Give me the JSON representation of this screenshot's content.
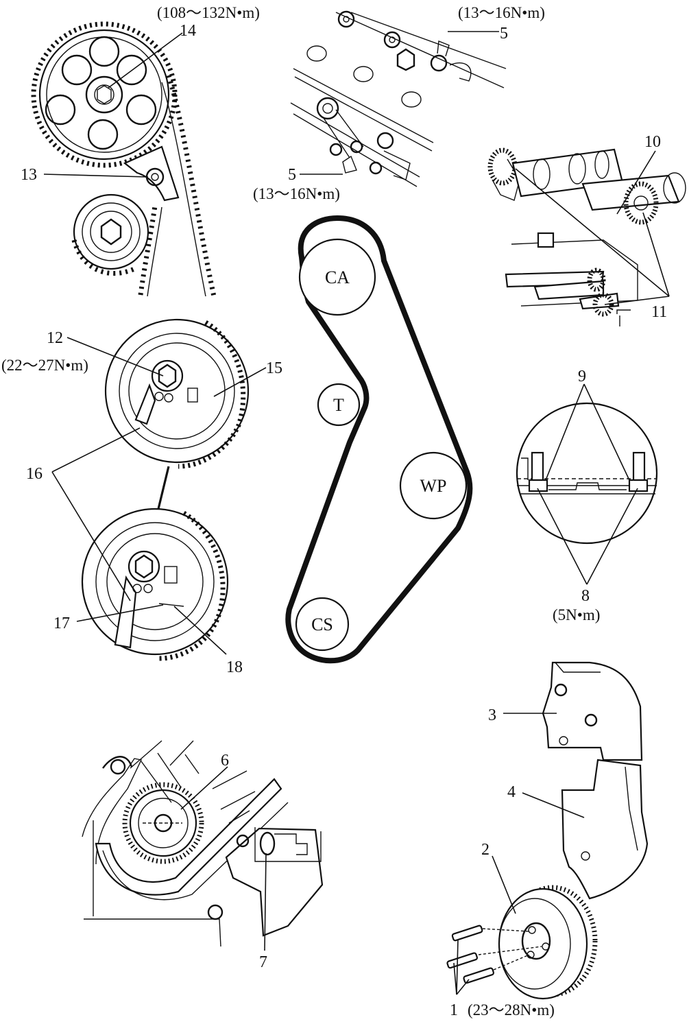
{
  "torques": {
    "cam_bolt": "(108～132N•m)",
    "cap_top": "(13～16N•m)",
    "cap_bottom": "(13～16N•m)",
    "tensioner": "(22～27N•m)",
    "cover_bolt": "(5N•m)",
    "pulley_bolts": "(23～28N•m)"
  },
  "callouts": {
    "c1": "1",
    "c2": "2",
    "c3": "3",
    "c4": "4",
    "c5a": "5",
    "c5b": "5",
    "c6": "6",
    "c7": "7",
    "c8": "8",
    "c9": "9",
    "c10": "10",
    "c11": "11",
    "c12": "12",
    "c13": "13",
    "c14": "14",
    "c15": "15",
    "c16": "16",
    "c17": "17",
    "c18": "18"
  },
  "belt_routing": {
    "pulleys": [
      "CA",
      "T",
      "WP",
      "CS"
    ]
  },
  "colors": {
    "ink": "#111111",
    "paper": "#ffffff"
  }
}
